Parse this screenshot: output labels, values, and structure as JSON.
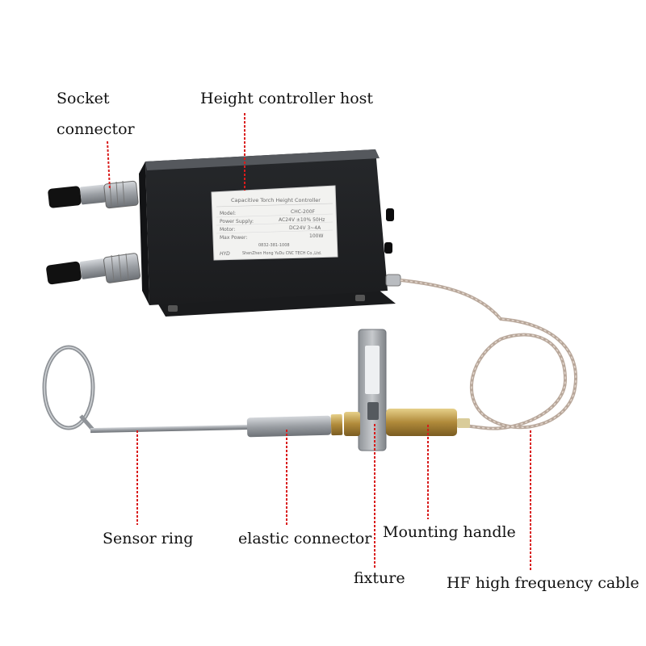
{
  "labels": {
    "socket_line1": "Socket",
    "socket_line2": "connector",
    "host": "Height controller host",
    "sensor_ring": "Sensor ring",
    "elastic_connector": "elastic connector",
    "mounting_handle": "Mounting handle",
    "fixture": "fixture",
    "hf_cable": "HF high frequency cable"
  },
  "nameplate": {
    "title": "Capacitive Torch Height Controller",
    "rows": [
      {
        "key": "Model:",
        "value": "CHC-200F"
      },
      {
        "key": "Power Supply:",
        "value": "AC24V ±10% 50Hz"
      },
      {
        "key": "Motor:",
        "value": "DC24V 3~4A"
      },
      {
        "key": "Max Power:",
        "value": "100W"
      }
    ],
    "serial": "0832-381-1008",
    "brand": "HYD",
    "maker": "ShenZhen Hong YuDu CNC TECH Co.,Ltd."
  },
  "colors": {
    "leader_line": "#d91c1c",
    "box_body": "#2b2d31",
    "steel": "#9a9ea3",
    "brass": "#b08a3a"
  }
}
